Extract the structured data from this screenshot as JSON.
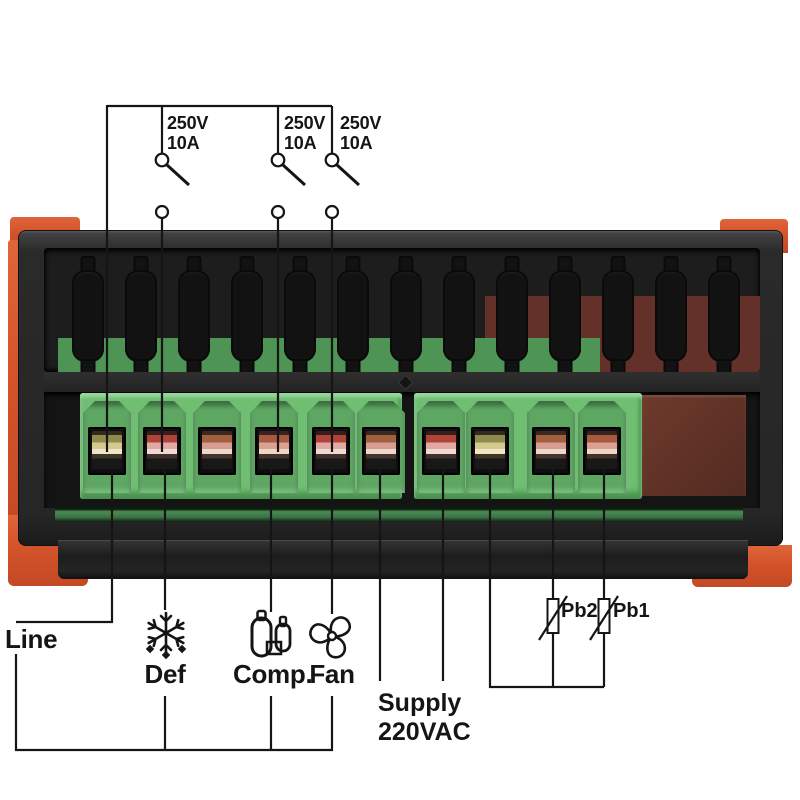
{
  "relay_ratings": [
    {
      "voltage": "250V",
      "amperage": "10A"
    },
    {
      "voltage": "250V",
      "amperage": "10A"
    },
    {
      "voltage": "250V",
      "amperage": "10A"
    }
  ],
  "labels": {
    "line": "Line",
    "def": "Def",
    "comp": "Comp.",
    "fan": "Fan",
    "supply_line1": "Supply",
    "supply_line2": "220VAC",
    "pb2": "Pb2",
    "pb1": "Pb1"
  },
  "icons": [
    {
      "name": "defrost-icon",
      "glyph": "snowflake-with-drops"
    },
    {
      "name": "compressor-icon",
      "glyph": "twin-cylinder-compressor"
    },
    {
      "name": "fan-icon",
      "glyph": "three-blade-fan"
    },
    {
      "name": "relay-switch-icon",
      "glyph": "open-switch-contact",
      "count": 3
    },
    {
      "name": "thermistor-icon",
      "glyph": "crossed-resistor",
      "count": 2
    }
  ],
  "device": {
    "vent_slot_count": 13,
    "terminals_left": 6,
    "terminals_right": 4
  },
  "colors": {
    "background": "#ffffff",
    "wire_black": "#151515",
    "bracket_orange": "#d4532a",
    "housing_black": "#262626",
    "terminal_block_green": "#6fbe72",
    "pcb_red_brown": "#6e3a2c",
    "pcb_edge_green": "#4c8a55",
    "screw_copper": "#a2603c",
    "screw_pink": "#d79d92"
  }
}
